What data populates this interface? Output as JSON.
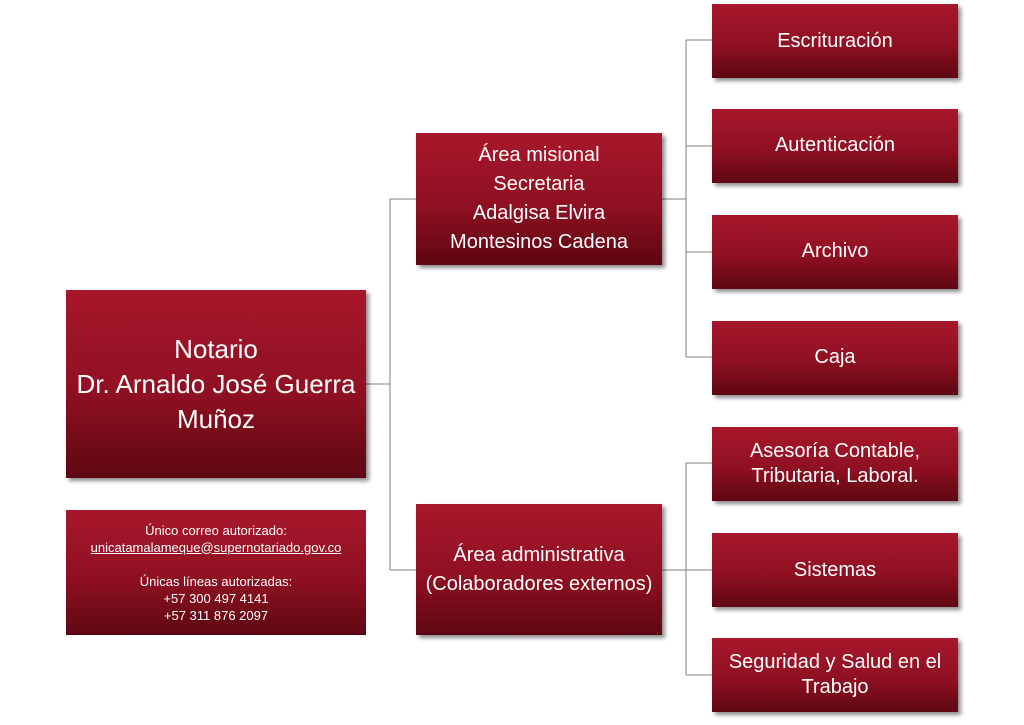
{
  "root": {
    "text": "Notario\nDr. Arnaldo José Guerra\nMuñoz"
  },
  "contact": {
    "email_label": "Único correo autorizado:",
    "email": "unicatamalameque@supernotariado.gov.co",
    "phones_label": "Únicas líneas autorizadas:",
    "phone1": "+57 300 497 4141",
    "phone2": "+57 311 876 2097"
  },
  "mision": {
    "text": "Área misional\nSecretaria\nAdalgisa Elvira\nMontesinos Cadena",
    "children": [
      "Escrituración",
      "Autenticación",
      "Archivo",
      "Caja"
    ]
  },
  "administrativa": {
    "text": "Área administrativa\n(Colaboradores externos)",
    "children": [
      "Asesoría Contable,\nTributaria, Laboral.",
      "Sistemas",
      "Seguridad y Salud en el\nTrabajo"
    ]
  },
  "colors": {
    "box_top": "#a8172b",
    "box_bottom": "#5e0712",
    "connector": "#7f7f7f"
  }
}
